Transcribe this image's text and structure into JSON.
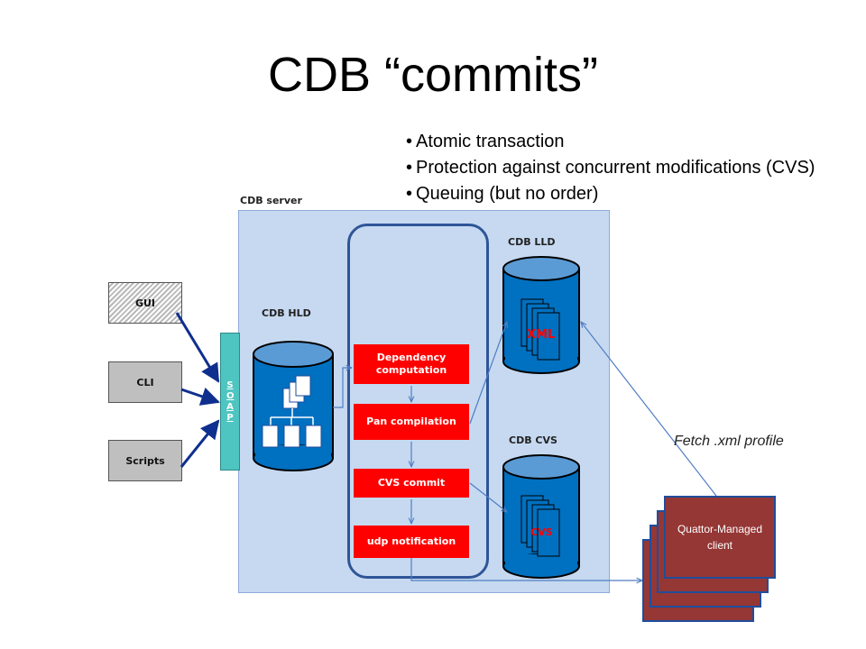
{
  "title": "CDB “commits”",
  "bullets": [
    "Atomic transaction",
    "Protection against concurrent modifications (CVS)",
    "Queuing (but no order)"
  ],
  "labels": {
    "server": "CDB server",
    "hld": "CDB HLD",
    "lld": "CDB LLD",
    "cvs_db": "CDB CVS",
    "fetch": "Fetch .xml profile"
  },
  "clients": {
    "gui": "GUI",
    "cli": "CLI",
    "scripts": "Scripts"
  },
  "soap": "SOAP",
  "steps": {
    "dependency": "Dependency computation",
    "pan": "Pan compilation",
    "cvs_commit": "CVS commit",
    "udp": "udp notification"
  },
  "store_labels": {
    "xml": "XML",
    "cvs": "CVS"
  },
  "managed_client": "Quattor-Managed client",
  "colors": {
    "server_bg": "#c6d9f1",
    "database": "#0070c0",
    "step": "#ff0000",
    "soap": "#4ec5c1",
    "managed_client": "#953735",
    "arrow": "#0f2f8f"
  }
}
